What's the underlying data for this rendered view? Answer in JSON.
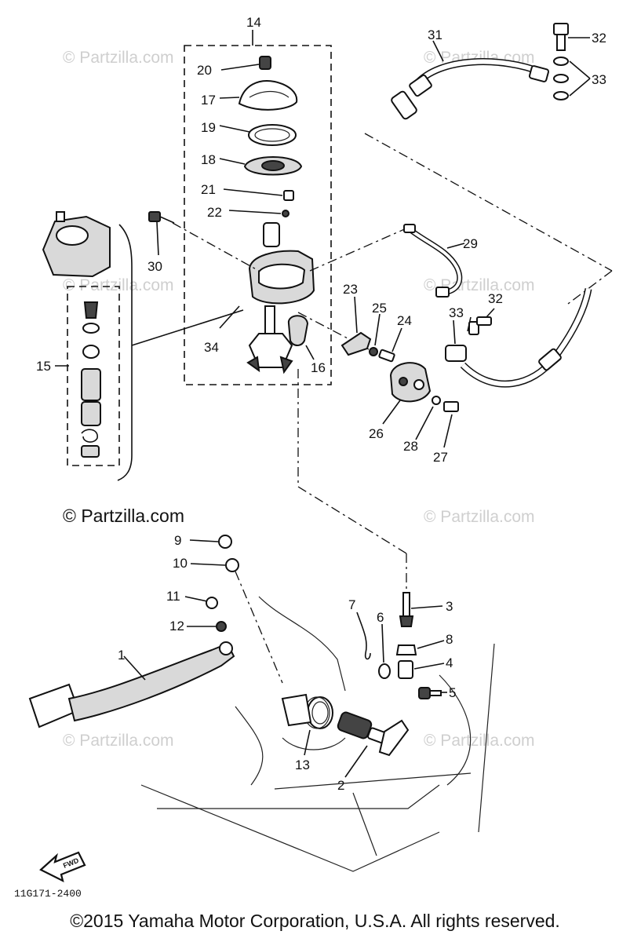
{
  "watermarks": {
    "light": "© Partzilla.com",
    "dark": "© Partzilla.com"
  },
  "callouts": {
    "c1": "1",
    "c2": "2",
    "c3": "3",
    "c4": "4",
    "c5": "5",
    "c6": "6",
    "c7": "7",
    "c8": "8",
    "c10": "10",
    "c11": "11",
    "c12": "12",
    "c13": "13",
    "c14": "14",
    "c15": "15",
    "c16": "16",
    "c17": "17",
    "c18": "18",
    "c19": "19",
    "c20": "20",
    "c21": "21",
    "c22": "22",
    "c23": "23",
    "c24": "24",
    "c25": "25",
    "c26": "26",
    "c27": "27",
    "c28": "28",
    "c29": "29",
    "c30": "30",
    "c31": "31",
    "c32a": "32",
    "c32b": "32",
    "c33a": "33",
    "c33b": "33",
    "c34": "34"
  },
  "fwd_label": "FWD",
  "diagram_code": "11G171-2400",
  "copyright": "©2015 Yamaha Motor Corporation, U.S.A. All rights reserved."
}
